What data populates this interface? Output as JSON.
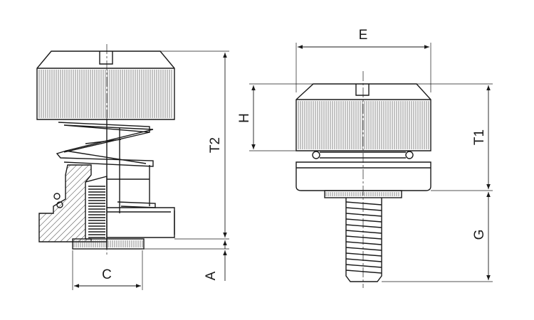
{
  "labels": {
    "E": "E",
    "H": "H",
    "T1": "T1",
    "T2": "T2",
    "G": "G",
    "C": "C",
    "A": "A"
  }
}
